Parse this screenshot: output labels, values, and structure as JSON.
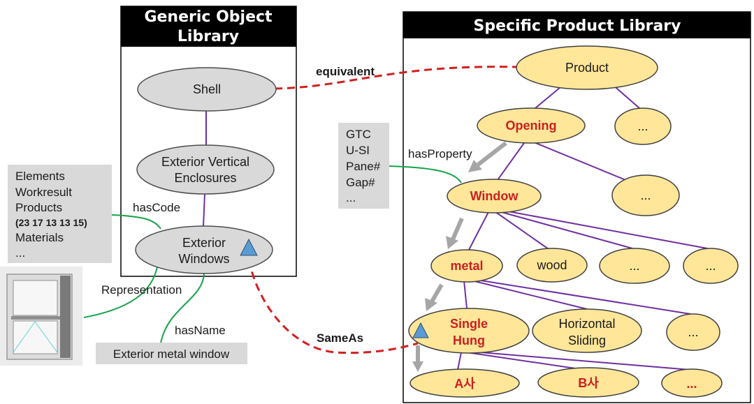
{
  "generic": {
    "title_line1": "Generic Object",
    "title_line2": "Library",
    "shell": "Shell",
    "exterior_vertical_1": "Exterior Vertical",
    "exterior_vertical_2": "Enclosures",
    "exterior_windows_1": "Exterior",
    "exterior_windows_2": "Windows"
  },
  "specific": {
    "title": "Specific Product Library",
    "product": "Product",
    "opening": "Opening",
    "opening_sibling": "...",
    "window": "Window",
    "window_sibling": "...",
    "metal": "metal",
    "wood": "wood",
    "material_more_1": "...",
    "material_more_2": "...",
    "single_hung_1": "Single",
    "single_hung_2": "Hung",
    "horizontal_sliding_1": "Horizontal",
    "horizontal_sliding_2": "Sliding",
    "type_more": "...",
    "company_a": "A사",
    "company_b": "B사",
    "company_more": "..."
  },
  "relations": {
    "equivalent": "equivalent",
    "has_property": "hasProperty",
    "has_code": "hasCode",
    "representation": "Representation",
    "has_name": "hasName",
    "same_as": "SameAs"
  },
  "property_box": {
    "lines": [
      "GTC",
      "U-SI",
      "Pane#",
      "Gap#",
      "..."
    ]
  },
  "code_box": {
    "line1": "Elements",
    "line2": "Workresult",
    "line3": "Products",
    "line4": "(23 17 13 13 15)",
    "line5": "Materials",
    "line6": "..."
  },
  "name_box": {
    "label": "Exterior metal window"
  },
  "colors": {
    "purple_edge": "#7030a0",
    "green_link": "#17a34a",
    "red_dashed": "#d21f1f",
    "yellow_node": "#ffe699",
    "gray_node": "#d9d9d9",
    "triangle": "#5b9bd5"
  }
}
